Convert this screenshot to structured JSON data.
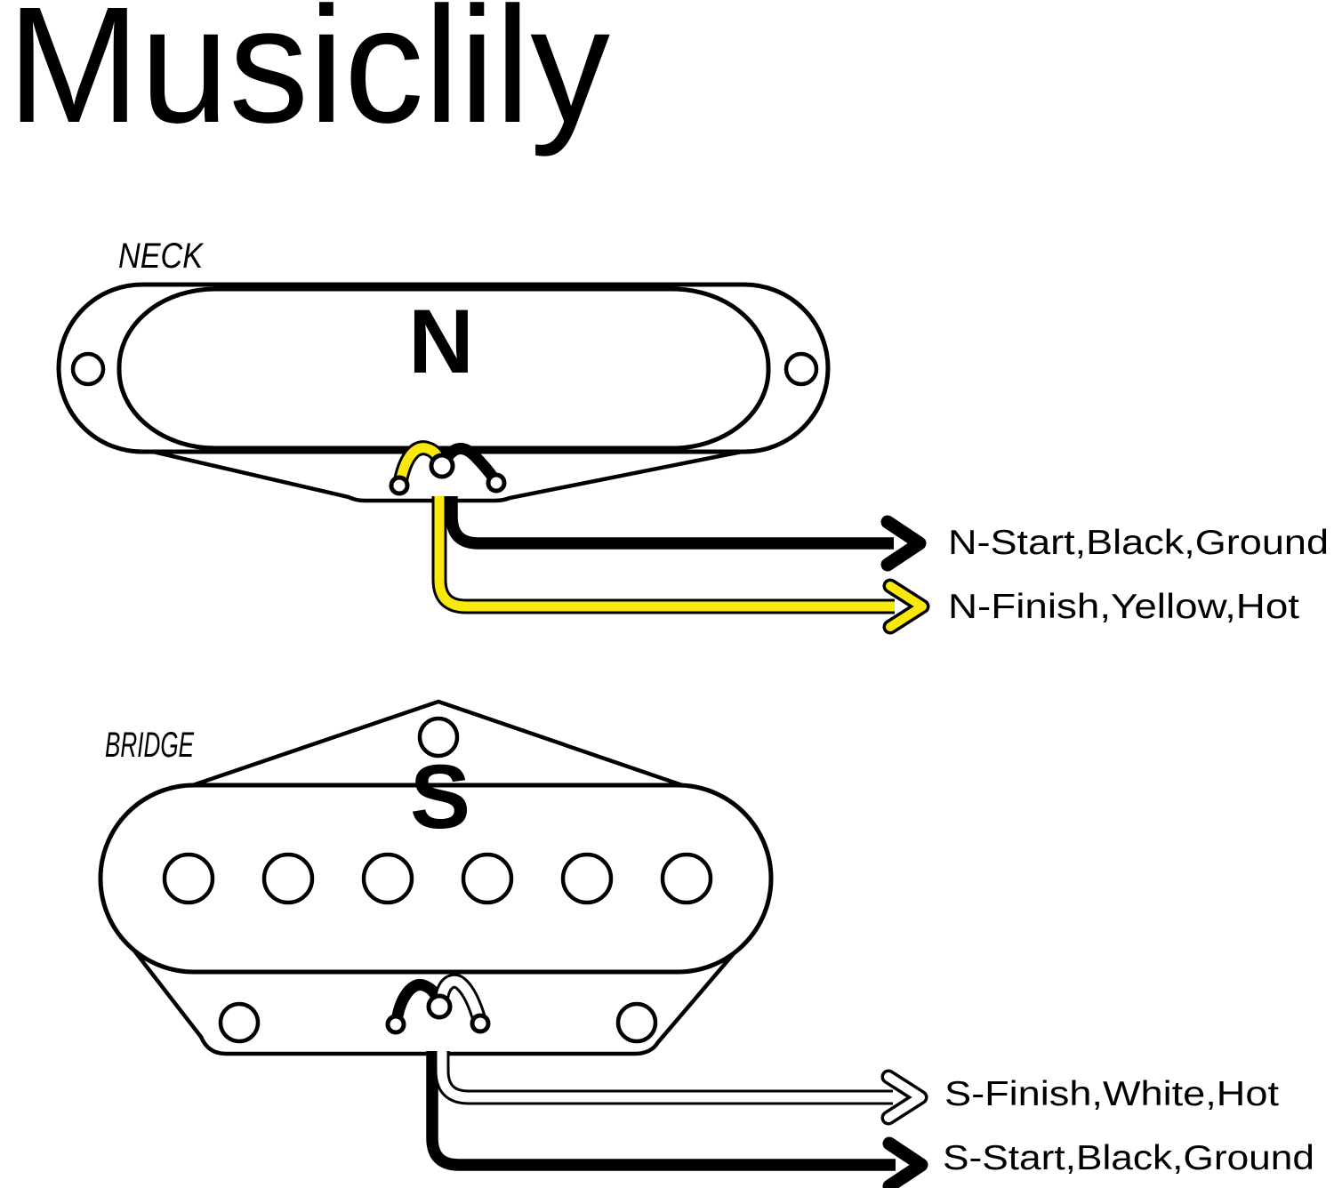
{
  "brand": {
    "logo_text": "Musiclily"
  },
  "colors": {
    "black": "#000000",
    "white": "#ffffff",
    "yellow": "#f9e80c",
    "red": "#e21c26",
    "blue": "#2b5bac"
  },
  "neck": {
    "section_label": "NECK",
    "polarity_letter": "N",
    "wires": [
      {
        "id": "ground",
        "color_name": "black",
        "label": "N-Start,Black,Ground"
      },
      {
        "id": "hot",
        "color_name": "yellow",
        "label": "N-Finish,Yellow,Hot"
      }
    ]
  },
  "bridge": {
    "section_label": "BRIDGE",
    "polarity_letter": "S",
    "wires": [
      {
        "id": "hot",
        "color_name": "white",
        "label": "S-Finish,White,Hot"
      },
      {
        "id": "ground",
        "color_name": "black",
        "label": "S-Start,Black,Ground"
      }
    ]
  }
}
